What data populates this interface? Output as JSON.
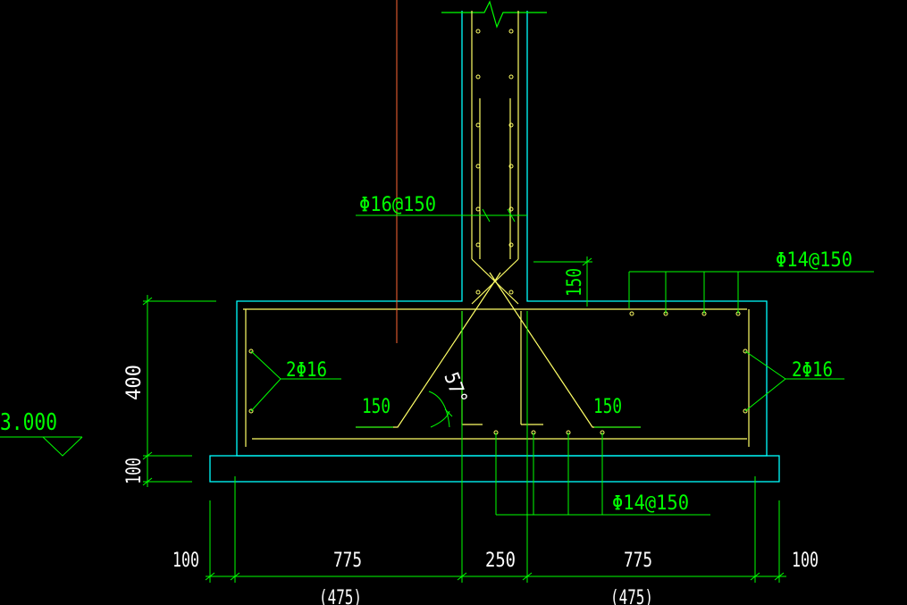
{
  "drawing": {
    "rebar_wall": "Φ16@150",
    "rebar_top": "Φ14@150",
    "rebar_bottom": "Φ14@150",
    "side_bars_left": "2Φ16",
    "side_bars_right": "2Φ16",
    "level": "3.000",
    "angle": "57°",
    "haunch_left": "150",
    "haunch_right": "150",
    "wall_step": "150",
    "height_footing": "400",
    "height_cushion": "100",
    "dims_bottom": [
      "100",
      "775",
      "250",
      "775",
      "100"
    ],
    "dims_lower_left": "(475)",
    "dims_lower_right": "(475)"
  },
  "colors": {
    "background": "#000000",
    "outline": "#00ffff",
    "rebar": "#ffff66",
    "dimension": "#00ff00",
    "marker_line": "#ff6633"
  }
}
